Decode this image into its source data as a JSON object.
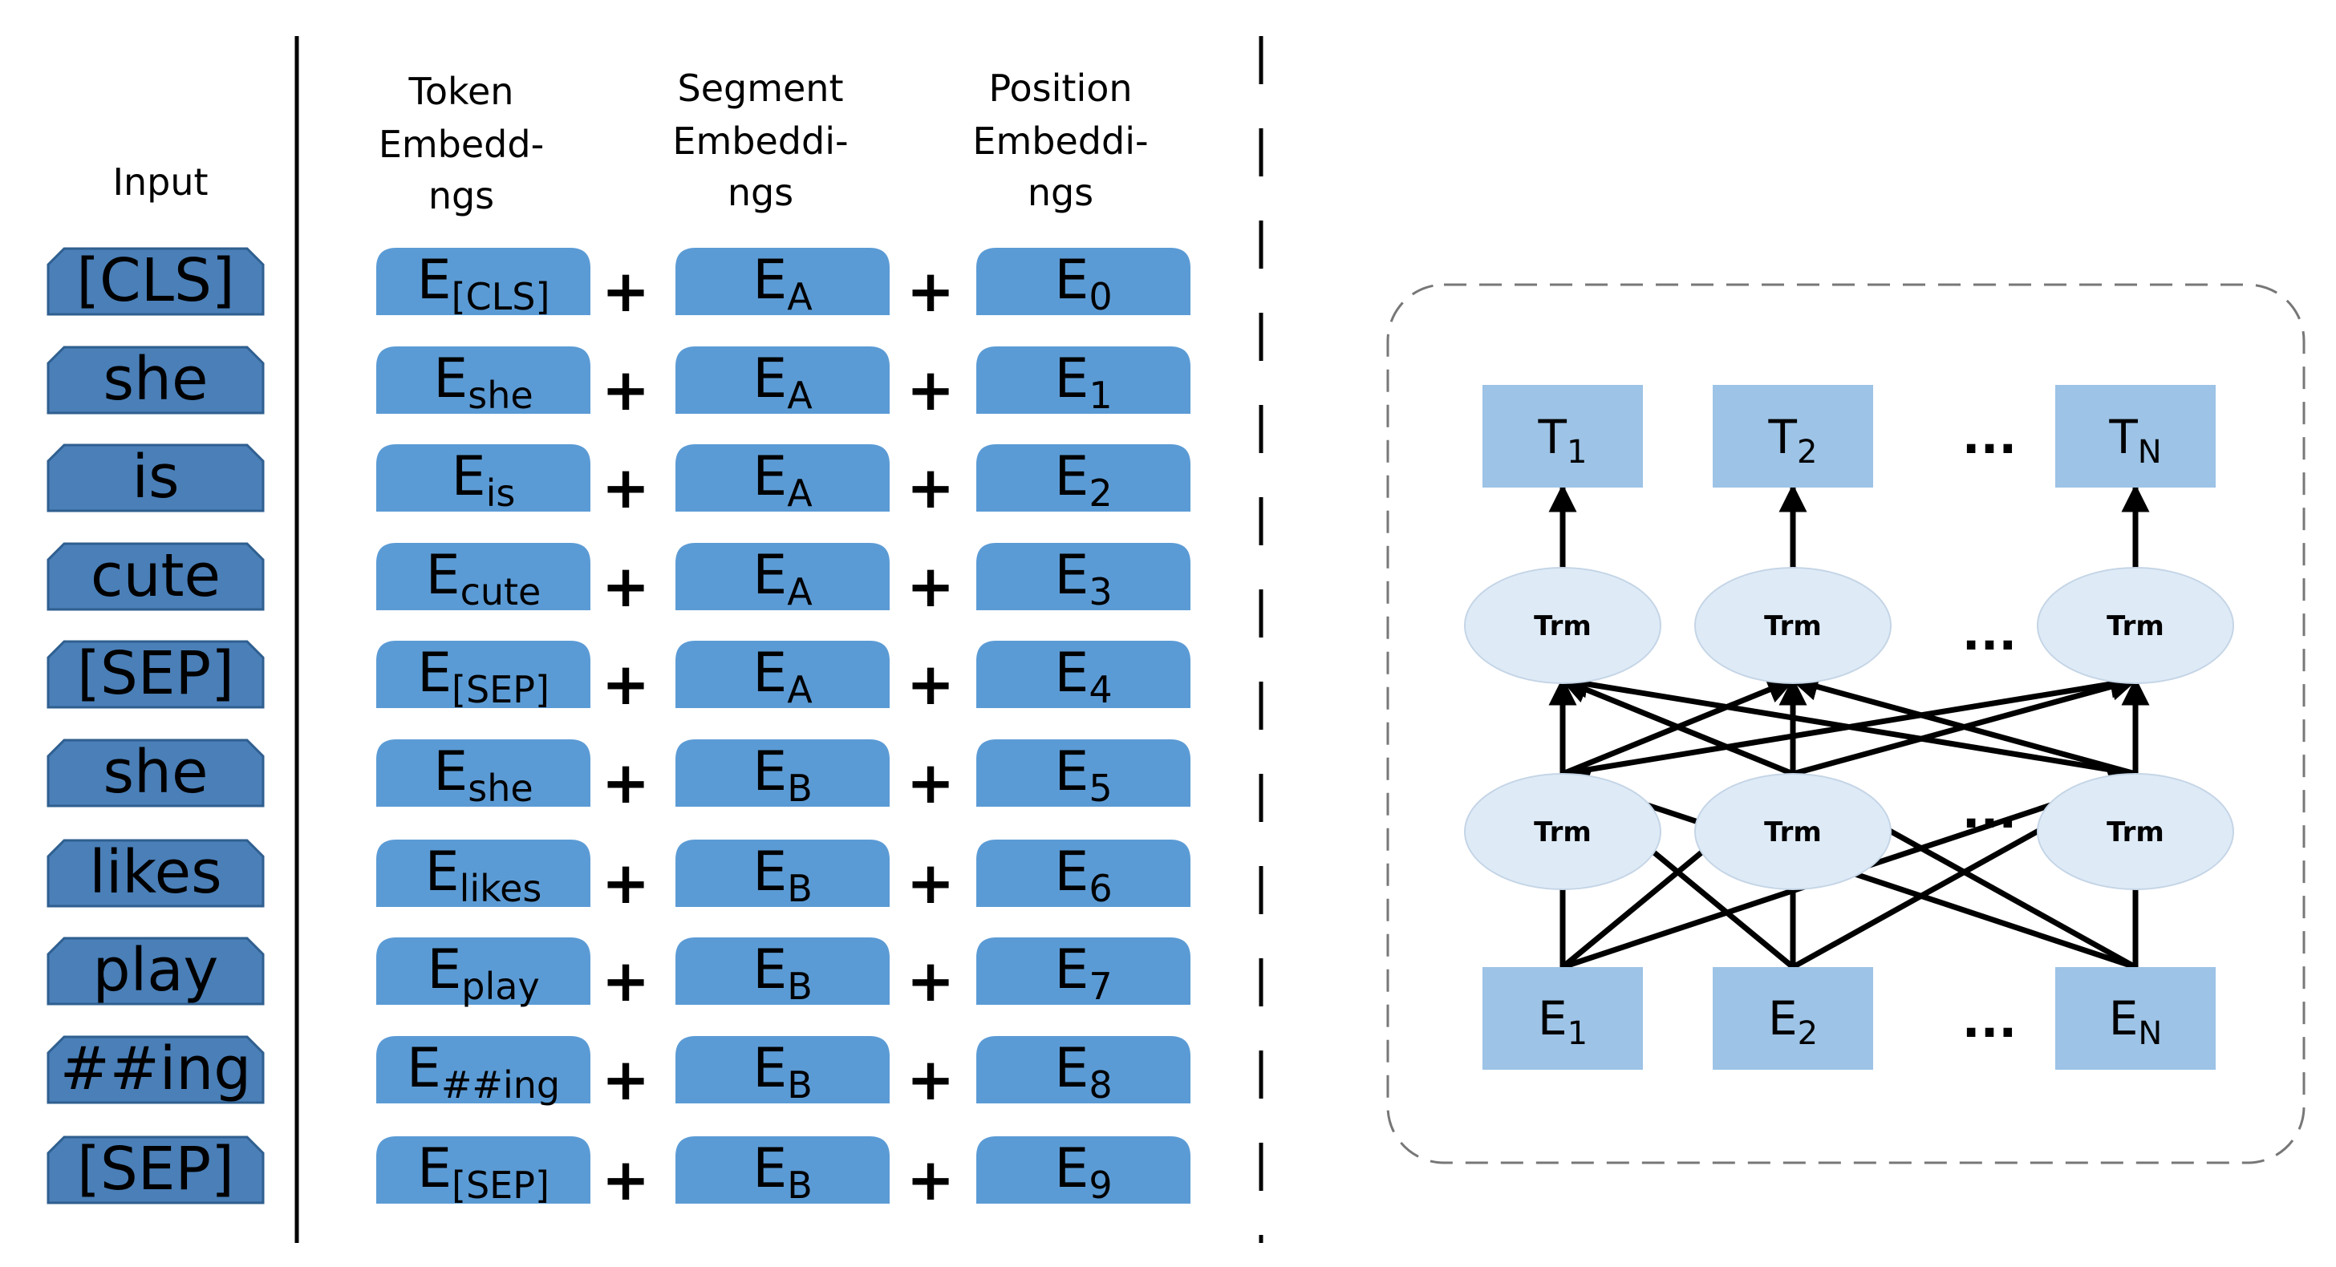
{
  "headers": {
    "input": "Input",
    "token": [
      "Token",
      "Embedd-",
      "ngs"
    ],
    "segment": [
      "Segment",
      "Embeddi-",
      "ngs"
    ],
    "position": [
      "Position",
      "Embeddi-",
      "ngs"
    ]
  },
  "rows": [
    {
      "input": "[CLS]",
      "token_base": "E",
      "token_sub": "[CLS]",
      "segment_base": "E",
      "segment_sub": "A",
      "position_base": "E",
      "position_sub": "0"
    },
    {
      "input": "she",
      "token_base": "E",
      "token_sub": "she",
      "segment_base": "E",
      "segment_sub": "A",
      "position_base": "E",
      "position_sub": "1"
    },
    {
      "input": "is",
      "token_base": "E",
      "token_sub": "is",
      "segment_base": "E",
      "segment_sub": "A",
      "position_base": "E",
      "position_sub": "2"
    },
    {
      "input": "cute",
      "token_base": "E",
      "token_sub": "cute",
      "segment_base": "E",
      "segment_sub": "A",
      "position_base": "E",
      "position_sub": "3"
    },
    {
      "input": "[SEP]",
      "token_base": "E",
      "token_sub": "[SEP]",
      "segment_base": "E",
      "segment_sub": "A",
      "position_base": "E",
      "position_sub": "4"
    },
    {
      "input": "she",
      "token_base": "E",
      "token_sub": "she",
      "segment_base": "E",
      "segment_sub": "B",
      "position_base": "E",
      "position_sub": "5"
    },
    {
      "input": "likes",
      "token_base": "E",
      "token_sub": "likes",
      "segment_base": "E",
      "segment_sub": "B",
      "position_base": "E",
      "position_sub": "6"
    },
    {
      "input": "play",
      "token_base": "E",
      "token_sub": "play",
      "segment_base": "E",
      "segment_sub": "B",
      "position_base": "E",
      "position_sub": "7"
    },
    {
      "input": "##ing",
      "token_base": "E",
      "token_sub": "##ing",
      "segment_base": "E",
      "segment_sub": "B",
      "position_base": "E",
      "position_sub": "8"
    },
    {
      "input": "[SEP]",
      "token_base": "E",
      "token_sub": "[SEP]",
      "segment_base": "E",
      "segment_sub": "B",
      "position_base": "E",
      "position_sub": "9"
    }
  ],
  "plus_sign": "+",
  "transformer": {
    "outputs": [
      {
        "base": "T",
        "sub": "1"
      },
      {
        "base": "T",
        "sub": "2"
      },
      {
        "base": "T",
        "sub": "N"
      }
    ],
    "inputs": [
      {
        "base": "E",
        "sub": "1"
      },
      {
        "base": "E",
        "sub": "2"
      },
      {
        "base": "E",
        "sub": "N"
      }
    ],
    "trm_label": "Trm",
    "ellipsis": "..."
  },
  "colors": {
    "input_fill": "#4a7fb8",
    "input_stroke": "#2f5f8f",
    "embed_fill": "#5b9bd5",
    "embed_stroke": "#5b9bd5",
    "box_fill": "#9dc3e6",
    "trm_fill": "#deebf7",
    "trm_stroke": "#c5d5e6",
    "line": "#000000",
    "dashed": "#777777"
  }
}
